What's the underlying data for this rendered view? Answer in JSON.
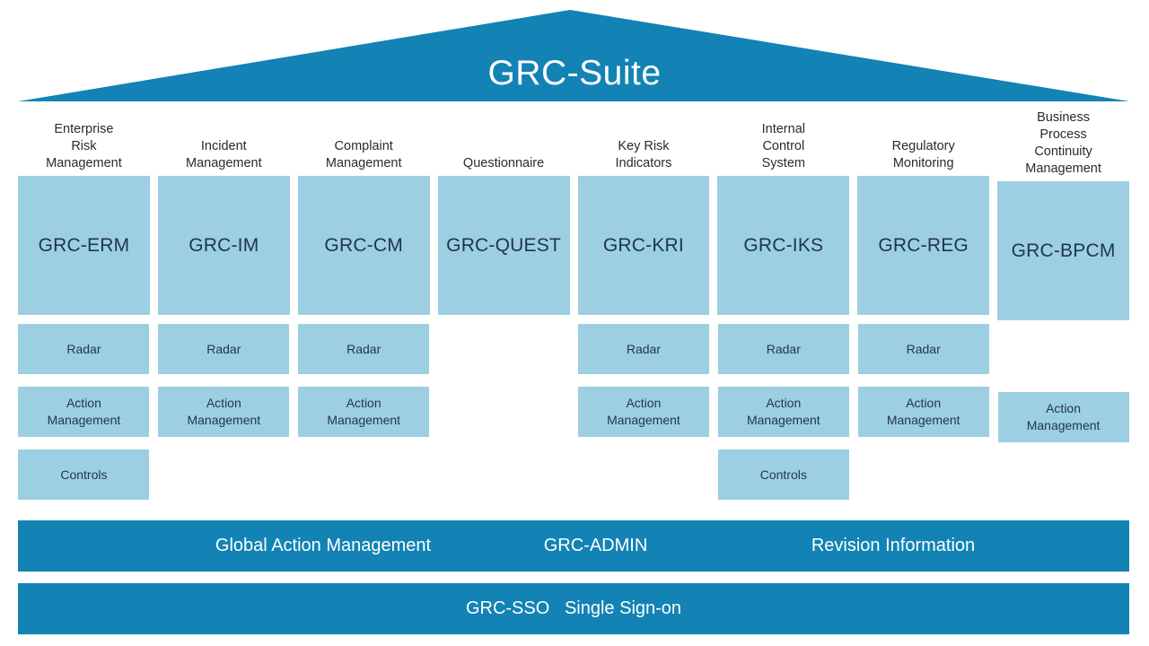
{
  "roof": {
    "title": "GRC-Suite",
    "fill_color": "#1283B4"
  },
  "theme": {
    "brand_blue": "#1283B4",
    "tile_blue": "#9DCFE2",
    "tile_text": "#1F3648",
    "header_text": "#2B2B2B",
    "background": "#FFFFFF"
  },
  "columns": [
    {
      "header": "Enterprise\nRisk\nManagement",
      "product": "GRC-ERM",
      "radar": "Radar",
      "action": "Action\nManagement",
      "controls": "Controls"
    },
    {
      "header": "Incident\nManagement",
      "product": "GRC-IM",
      "radar": "Radar",
      "action": "Action\nManagement",
      "controls": ""
    },
    {
      "header": "Complaint\nManagement",
      "product": "GRC-CM",
      "radar": "Radar",
      "action": "Action\nManagement",
      "controls": ""
    },
    {
      "header": "Questionnaire",
      "product": "GRC-QUEST",
      "radar": "",
      "action": "",
      "controls": ""
    },
    {
      "header": "Key Risk\nIndicators",
      "product": "GRC-KRI",
      "radar": "Radar",
      "action": "Action\nManagement",
      "controls": ""
    },
    {
      "header": "Internal\nControl\nSystem",
      "product": "GRC-IKS",
      "radar": "Radar",
      "action": "Action\nManagement",
      "controls": "Controls"
    },
    {
      "header": "Regulatory\nMonitoring",
      "product": "GRC-REG",
      "radar": "Radar",
      "action": "Action\nManagement",
      "controls": ""
    },
    {
      "header": "Business\nProcess\nContinuity\nManagement",
      "product": "GRC-BPCM",
      "radar": "",
      "action": "Action\nManagement",
      "controls": ""
    }
  ],
  "footer": {
    "admin_bar": {
      "global_action_management": "Global Action Management",
      "grc_admin": "GRC-ADMIN",
      "revision_information": "Revision Information"
    },
    "sso_bar": {
      "label": "GRC-SSO   Single Sign-on"
    }
  }
}
